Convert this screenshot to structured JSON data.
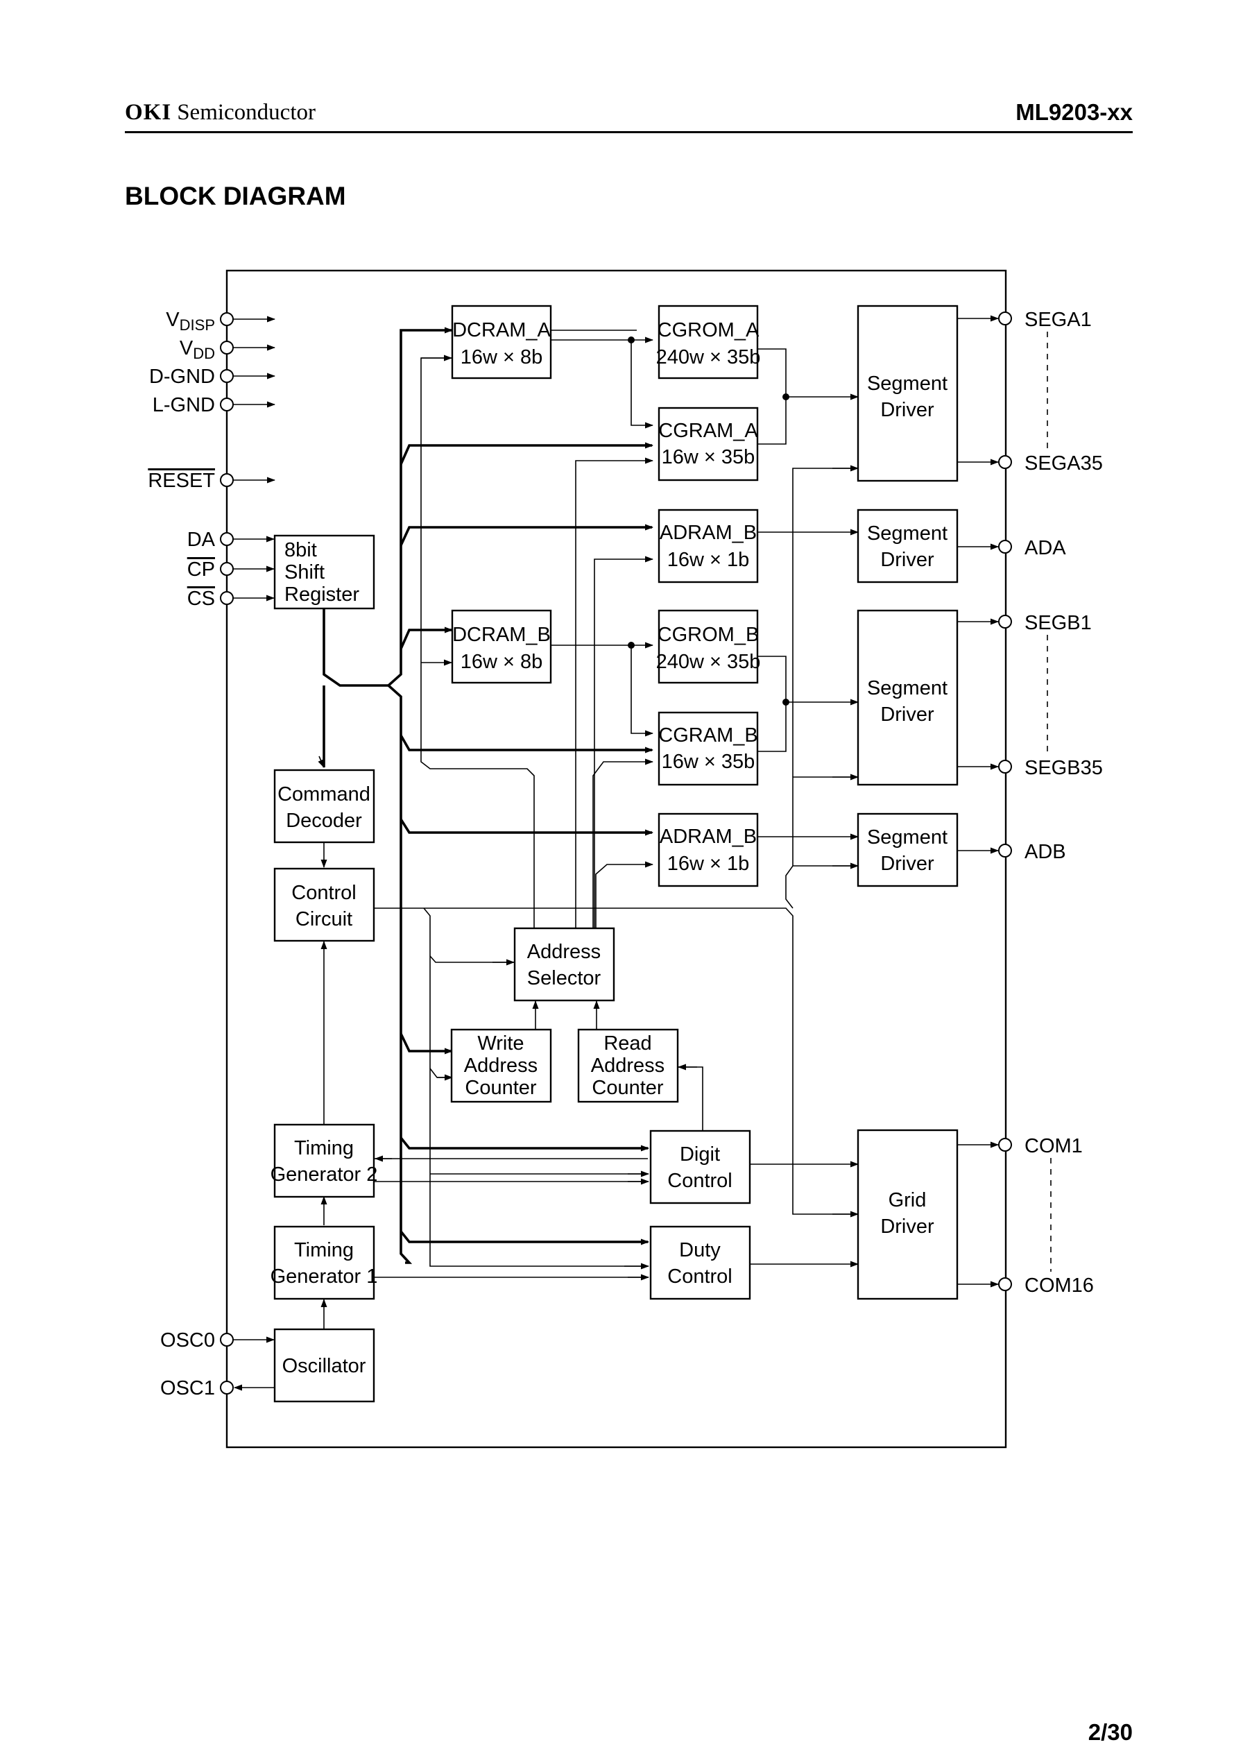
{
  "header": {
    "brand_bold": "OKI",
    "brand_text": "Semiconductor",
    "part_number": "ML9203-xx"
  },
  "section_title": "BLOCK DIAGRAM",
  "page_number": "2/30",
  "left_pins": {
    "vdisp": "V",
    "vdisp_sub": "DISP",
    "vdd": "V",
    "vdd_sub": "DD",
    "dgnd": "D-GND",
    "lgnd": "L-GND",
    "reset": "RESET",
    "da": "DA",
    "cp": "CP",
    "cs": "CS",
    "osc0": "OSC0",
    "osc1": "OSC1"
  },
  "right_pins": {
    "sega1": "SEGA1",
    "sega35": "SEGA35",
    "ada": "ADA",
    "segb1": "SEGB1",
    "segb35": "SEGB35",
    "adb": "ADB",
    "com1": "COM1",
    "com16": "COM16"
  },
  "blocks": {
    "shift_register": [
      "8bit",
      "Shift",
      "Register"
    ],
    "dcram_a": [
      "DCRAM_A",
      "16w × 8b"
    ],
    "dcram_b": [
      "DCRAM_B",
      "16w × 8b"
    ],
    "cgrom_a": [
      "CGROM_A",
      "240w × 35b"
    ],
    "cgram_a": [
      "CGRAM_A",
      "16w × 35b"
    ],
    "adram_a": [
      "ADRAM_B",
      "16w × 1b"
    ],
    "cgrom_b": [
      "CGROM_B",
      "240w × 35b"
    ],
    "cgram_b": [
      "CGRAM_B",
      "16w × 35b"
    ],
    "adram_b": [
      "ADRAM_B",
      "16w × 1b"
    ],
    "seg_driver_a": [
      "Segment",
      "Driver"
    ],
    "seg_driver_ada": [
      "Segment",
      "Driver"
    ],
    "seg_driver_b": [
      "Segment",
      "Driver"
    ],
    "seg_driver_adb": [
      "Segment",
      "Driver"
    ],
    "command_decoder": [
      "Command",
      "Decoder"
    ],
    "control_circuit": [
      "Control",
      "Circuit"
    ],
    "address_selector": [
      "Address",
      "Selector"
    ],
    "write_address_counter": [
      "Write",
      "Address",
      "Counter"
    ],
    "read_address_counter": [
      "Read",
      "Address",
      "Counter"
    ],
    "timing_generator_2": [
      "Timing",
      "Generator 2"
    ],
    "timing_generator_1": [
      "Timing",
      "Generator 1"
    ],
    "oscillator": [
      "Oscillator"
    ],
    "digit_control": [
      "Digit",
      "Control"
    ],
    "duty_control": [
      "Duty",
      "Control"
    ],
    "grid_driver": [
      "Grid",
      "Driver"
    ]
  }
}
